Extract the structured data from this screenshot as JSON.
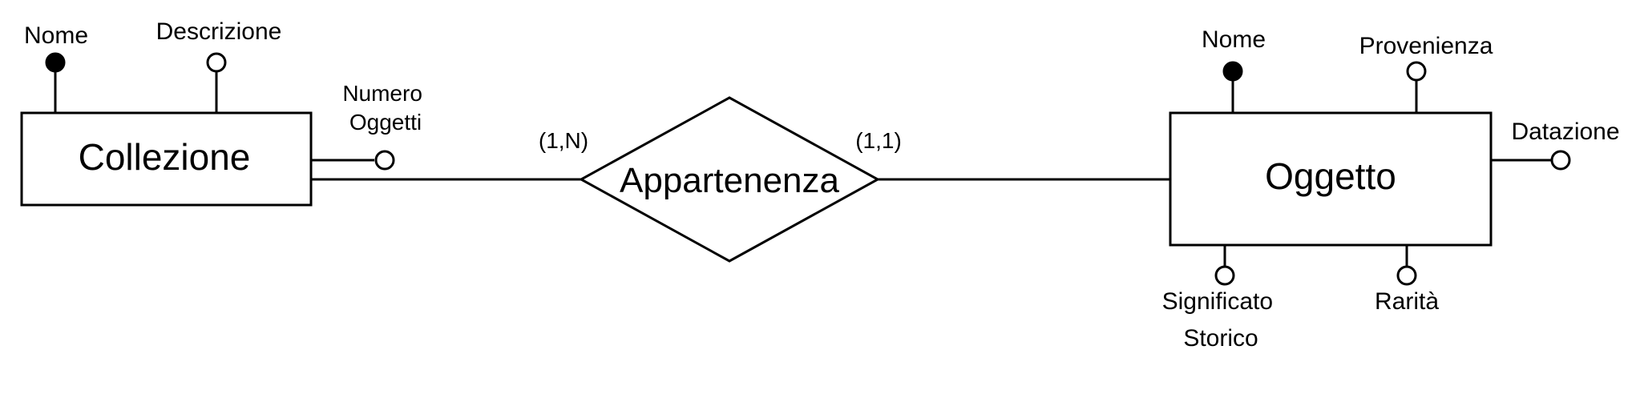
{
  "diagram": {
    "entities": {
      "collezione": {
        "name": "Collezione",
        "attributes": {
          "nome": "Nome",
          "descrizione": "Descrizione",
          "numero_oggetti": [
            "Numero",
            "Oggetti"
          ]
        }
      },
      "oggetto": {
        "name": "Oggetto",
        "attributes": {
          "nome": "Nome",
          "provenienza": "Provenienza",
          "datazione": "Datazione",
          "significato_storico": [
            "Significato",
            "Storico"
          ],
          "rarita": "Rarità"
        }
      }
    },
    "relationship": {
      "name": "Appartenenza",
      "cardinalities": {
        "collezione": "(1,N)",
        "oggetto": "(1,1)"
      }
    }
  },
  "colors": {
    "stroke": "#000000",
    "background": "#ffffff"
  }
}
